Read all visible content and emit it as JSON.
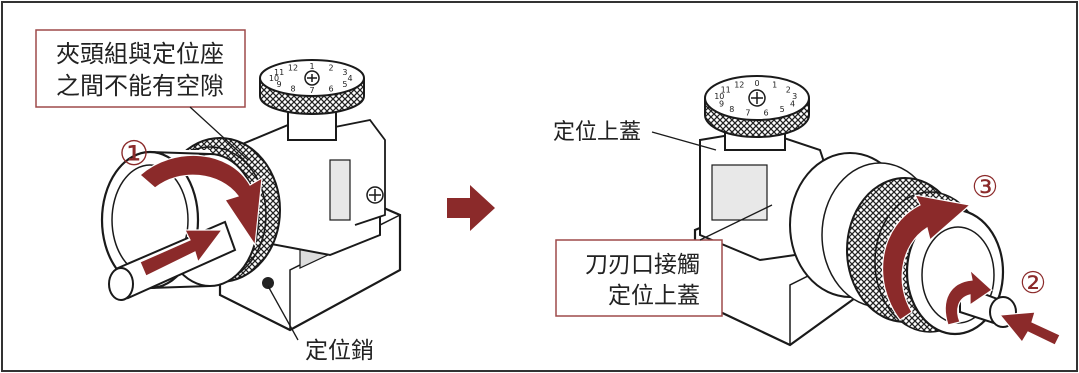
{
  "colors": {
    "accent": "#8b2a2a",
    "callout_border": "#9e4a4a",
    "line": "#1a1a1a",
    "frame": "#333333",
    "background": "#ffffff"
  },
  "left_panel": {
    "callout_line1": "夾頭組與定位座",
    "callout_line2": "之間不能有空隙",
    "step_marker": "①",
    "pin_label": "定位銷"
  },
  "right_panel": {
    "cover_label": "定位上蓋",
    "callout_line1": "刀刃口接觸",
    "callout_line2": "定位上蓋",
    "step_marker_3": "③",
    "step_marker_2": "②"
  },
  "icons": {
    "transition": "right-arrow-icon",
    "step_arrow": "curved-arrow-icon",
    "dial": "graduated-dial-icon"
  },
  "dial_left": {
    "numbers": [
      "1",
      "2",
      "3",
      "4",
      "5",
      "6",
      "7",
      "8",
      "9",
      "10",
      "11",
      "12"
    ]
  },
  "dial_right": {
    "numbers": [
      "0",
      "1",
      "2",
      "3",
      "4",
      "5",
      "6",
      "7",
      "8",
      "9",
      "10",
      "11",
      "12"
    ]
  }
}
